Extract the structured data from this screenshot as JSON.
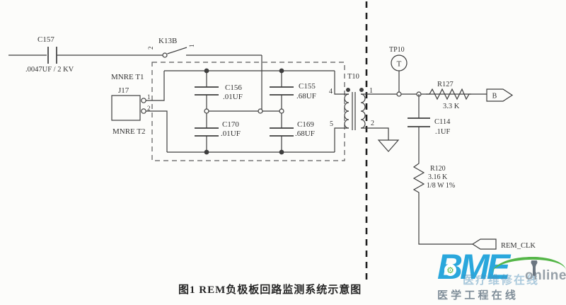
{
  "schematic": {
    "c157": {
      "ref": "C157",
      "value": ".0047UF / 2 KV"
    },
    "k13b": {
      "ref": "K13B",
      "pole": "2",
      "throw": "1"
    },
    "j17": {
      "ref": "J17",
      "top_label": "MNRE T1",
      "bottom_label": "MNRE T2",
      "pin1": "1",
      "pin2": "2"
    },
    "c156": {
      "ref": "C156",
      "value": ".01UF"
    },
    "c155": {
      "ref": "C155",
      "value": ".68UF"
    },
    "c170": {
      "ref": "C170",
      "value": ".01UF"
    },
    "c169": {
      "ref": "C169",
      "value": ".68UF"
    },
    "t10": {
      "ref": "T10",
      "pin4": "4",
      "pin5": "5",
      "pin1": "1",
      "pin2": "2"
    },
    "tp10": {
      "ref": "TP10",
      "symbol": "T"
    },
    "r127": {
      "ref": "R127",
      "value": "3.3 K"
    },
    "c114": {
      "ref": "C114",
      "value": ".1UF"
    },
    "r120": {
      "ref": "R120",
      "value": "3.16 K",
      "rating": "1/8 W  1%"
    },
    "port_b": {
      "label": "B"
    },
    "port_rem_clk": {
      "label": "REM_CLK"
    }
  },
  "caption": "图1 REM负极板回路监测系统示意图",
  "logo": {
    "brand": "BME",
    "online": "online",
    "gear_glyph": "⚙",
    "watermark": "医疗维修在线",
    "tagline": "医 学 工 程 在 线",
    "colors": {
      "blue": "#2aa7dc",
      "green": "#55b648",
      "gray": "#96a0a8"
    }
  }
}
